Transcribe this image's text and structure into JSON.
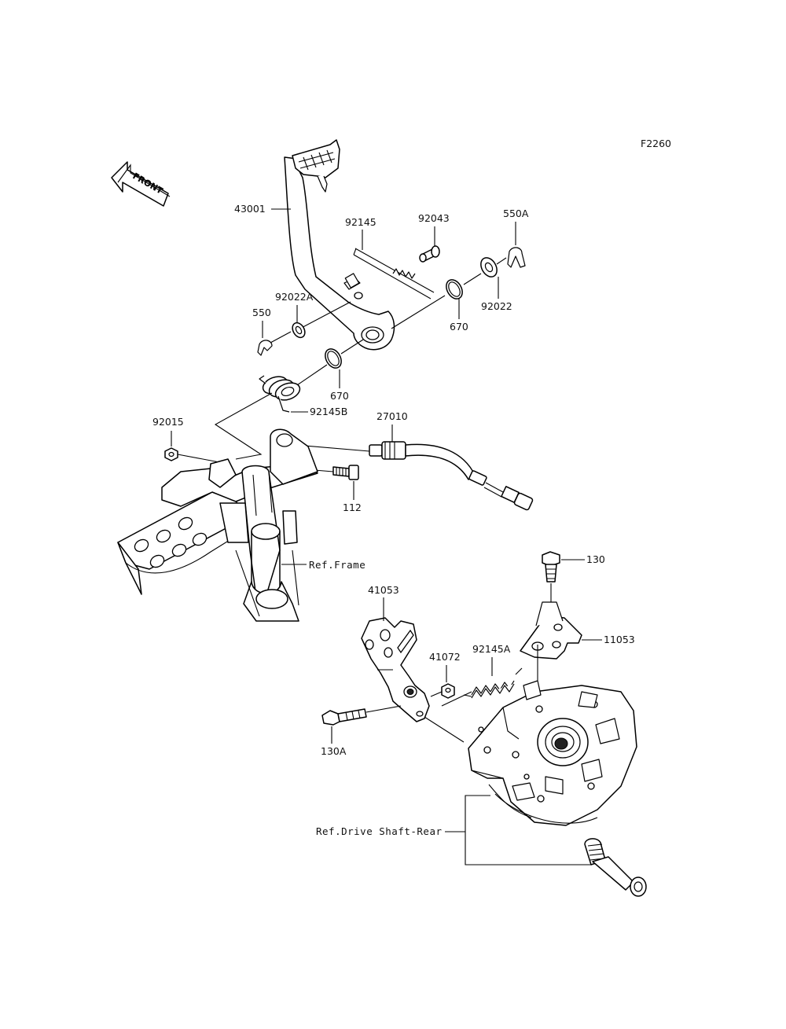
{
  "diagram_code": "F2260",
  "front_label": "FRONT",
  "parts": {
    "brake_pedal": "43001",
    "spring_92145": "92145",
    "pin_92043": "92043",
    "cotter_pin_550a": "550A",
    "washer_92022": "92022",
    "oring_670_right": "670",
    "washer_92022a": "92022A",
    "cotter_pin_550": "550",
    "oring_670_left": "670",
    "spring_92145b": "92145B",
    "nut_92015": "92015",
    "switch_27010": "27010",
    "bolt_112": "112",
    "bolt_130": "130",
    "lever_41053": "41053",
    "bracket_11053": "11053",
    "nut_41072": "41072",
    "spring_92145a": "92145A",
    "bolt_130a": "130A"
  },
  "refs": {
    "frame": "Ref.Frame",
    "drive_shaft": "Ref.Drive Shaft-Rear"
  }
}
